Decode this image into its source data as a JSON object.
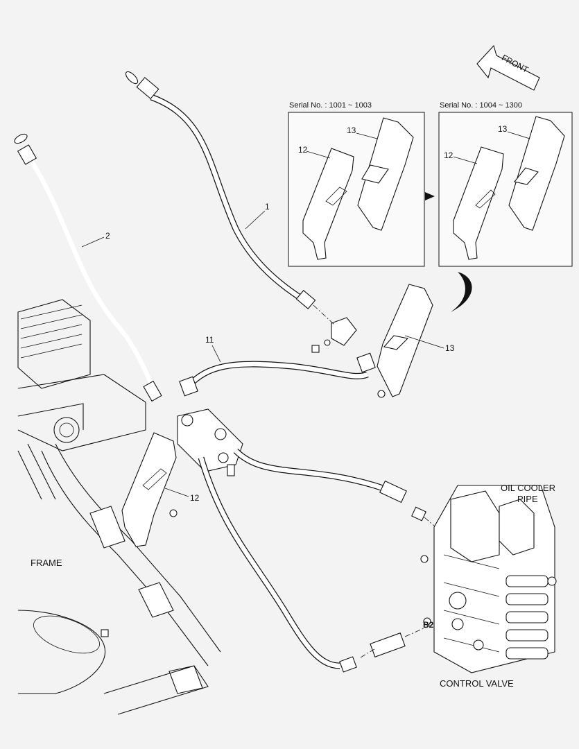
{
  "labels": {
    "front": "FRONT",
    "serial_a": "Serial No. : 1001 ~ 1003",
    "serial_b": "Serial No. : 1004 ~ 1300",
    "oil_cooler_line1": "OIL COOLER",
    "oil_cooler_line2": "PIPE",
    "frame": "FRAME",
    "control_valve": "CONTROL VALVE",
    "port_b2": "B2"
  },
  "callouts": {
    "hose_1": "1",
    "hose_2": "2",
    "hose_11": "11",
    "plate_12_a": "12",
    "plate_13_a": "13",
    "plate_12_b": "12",
    "plate_13_b": "13",
    "plate_13_main": "13",
    "plate_12_main": "12"
  },
  "colors": {
    "background": "#f3f3f3",
    "line": "#111111",
    "part_fill": "#ffffff"
  }
}
